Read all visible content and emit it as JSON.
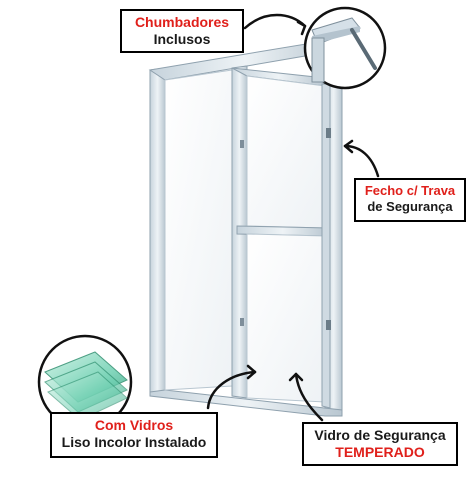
{
  "product": {
    "name": "sliding-glass-door-kit",
    "colors": {
      "frame": "#d9e3ea",
      "frame_edge": "#9fb0bd",
      "glass": "#f7f9fb",
      "accent_red": "#e0201b",
      "label_border": "#000000",
      "glass_green": "#5fc9ad"
    }
  },
  "callouts": {
    "anchors": {
      "line1": "Chumbadores",
      "line2": "Inclusos"
    },
    "latch": {
      "line1": "Fecho c/ Trava",
      "line2": "de Segurança"
    },
    "glass_included": {
      "line1": "Com Vidros",
      "line2": "Liso Incolor Instalado"
    },
    "safety_glass": {
      "line1": "Vidro de Segurança",
      "line2": "TEMPERADO"
    }
  },
  "icons": {
    "zoom_detail": "anchor-bolt-detail-icon",
    "glass_stack": "glass-panes-icon",
    "arrow": "curved-arrow-icon"
  }
}
